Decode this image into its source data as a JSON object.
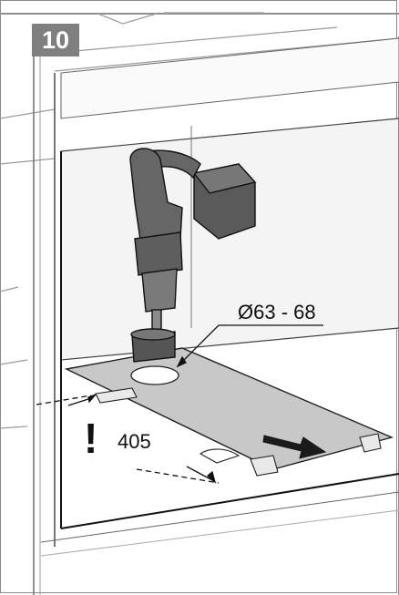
{
  "step": {
    "number": "10"
  },
  "annotations": {
    "hole_diameter": "Ø63 - 68",
    "distance_mm": "405",
    "warning_symbol": "!"
  },
  "icons": [
    "drill-icon",
    "arrow-right-icon",
    "warning-icon"
  ],
  "colors": {
    "badge": "#7f7f7f",
    "line": "#1a1a1a",
    "drill_body": "#5e5e5e",
    "template_fill": "#c9c9c9",
    "cabinet_fill": "#f1f1f1",
    "frame_gray": "#8c8c8c"
  }
}
